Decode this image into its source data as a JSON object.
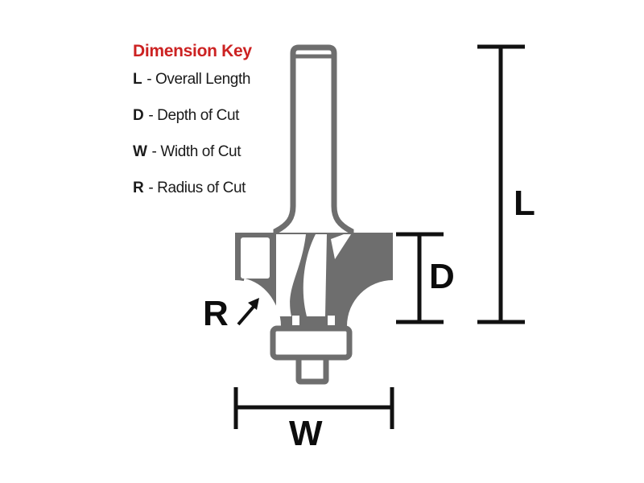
{
  "legend": {
    "title": "Dimension Key",
    "items": [
      {
        "symbol": "L",
        "desc": "- Overall Length"
      },
      {
        "symbol": "D",
        "desc": "- Depth of Cut"
      },
      {
        "symbol": "W",
        "desc": "- Width of Cut"
      },
      {
        "symbol": "R",
        "desc": "- Radius of Cut"
      }
    ]
  },
  "diagram": {
    "subject": "roundover router bit profile",
    "labels": {
      "length": "L",
      "depth": "D",
      "width": "W",
      "radius": "R"
    }
  },
  "colors": {
    "accent_red": "#cc2222",
    "bit_gray": "#6e6e6e",
    "line_black": "#111111",
    "background": "#ffffff"
  }
}
